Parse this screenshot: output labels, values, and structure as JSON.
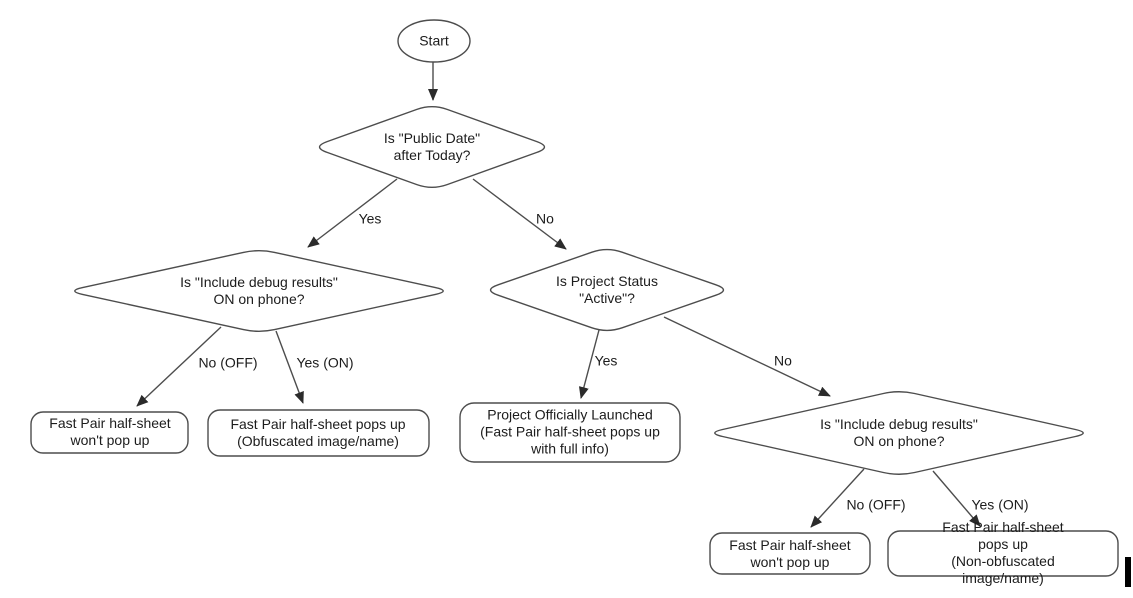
{
  "colors": {
    "background": "#ffffff",
    "stroke": "#4d4d4d",
    "arrow": "#2b2b2b",
    "text": "#1c1c1c",
    "cursor": "#000000"
  },
  "nodes": {
    "start": {
      "label": "Start"
    },
    "public_date": {
      "label": "Is \"Public Date\"\nafter Today?"
    },
    "debug_left": {
      "label": "Is \"Include debug results\"\nON on phone?"
    },
    "project_status": {
      "label": "Is Project Status\n\"Active\"?"
    },
    "debug_right": {
      "label": "Is \"Include debug results\"\nON on phone?"
    },
    "no_popup_left": {
      "label": "Fast Pair half-sheet\nwon't pop up"
    },
    "popup_obfuscated": {
      "label": "Fast Pair half-sheet pops up\n(Obfuscated image/name)"
    },
    "launched": {
      "label": "Project Officially Launched\n(Fast Pair half-sheet pops up\nwith full info)"
    },
    "no_popup_right": {
      "label": "Fast Pair half-sheet\nwon't pop up"
    },
    "popup_nonobfuscated": {
      "label": "Fast Pair half-sheet pops up\n(Non-obfuscated image/name)"
    }
  },
  "edges": {
    "public_date_yes": "Yes",
    "public_date_no": "No",
    "debug_left_no": "No (OFF)",
    "debug_left_yes": "Yes (ON)",
    "project_status_yes": "Yes",
    "project_status_no": "No",
    "debug_right_no": "No (OFF)",
    "debug_right_yes": "Yes (ON)"
  }
}
